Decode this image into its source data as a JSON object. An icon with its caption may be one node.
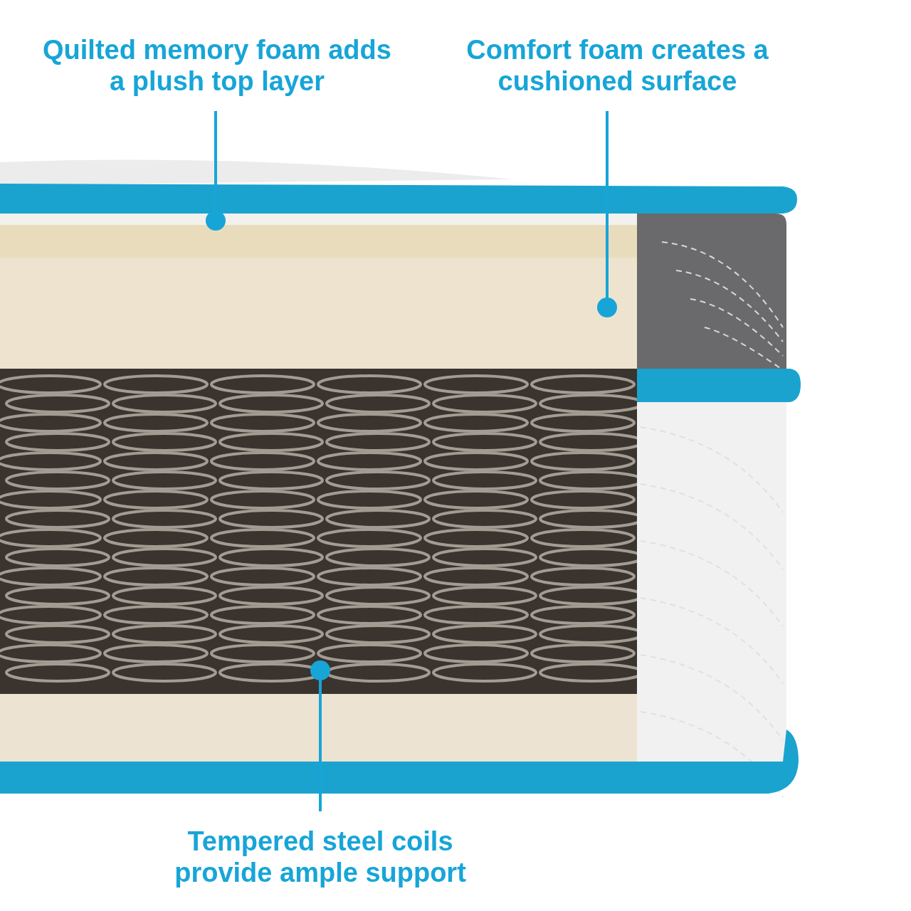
{
  "diagram": {
    "nodes": [
      {
        "text": [
          "Quilted memory foam adds a plush top layer"
        ]
      },
      {
        "text": [
          "Comfort foam creates a cushioned surface"
        ]
      },
      {
        "text": [
          "Tempered steel coils provide ample support"
        ]
      },
      {
        "text": [],
        "shape": "circle"
      },
      {
        "text": [],
        "shape": "circle"
      },
      {
        "text": [],
        "shape": "circle"
      }
    ],
    "edges": [
      {
        "from": 0,
        "to": 3,
        "arrow": "none"
      },
      {
        "from": 1,
        "to": 4,
        "arrow": "none"
      },
      {
        "from": 2,
        "to": 5,
        "arrow": "none"
      }
    ]
  }
}
